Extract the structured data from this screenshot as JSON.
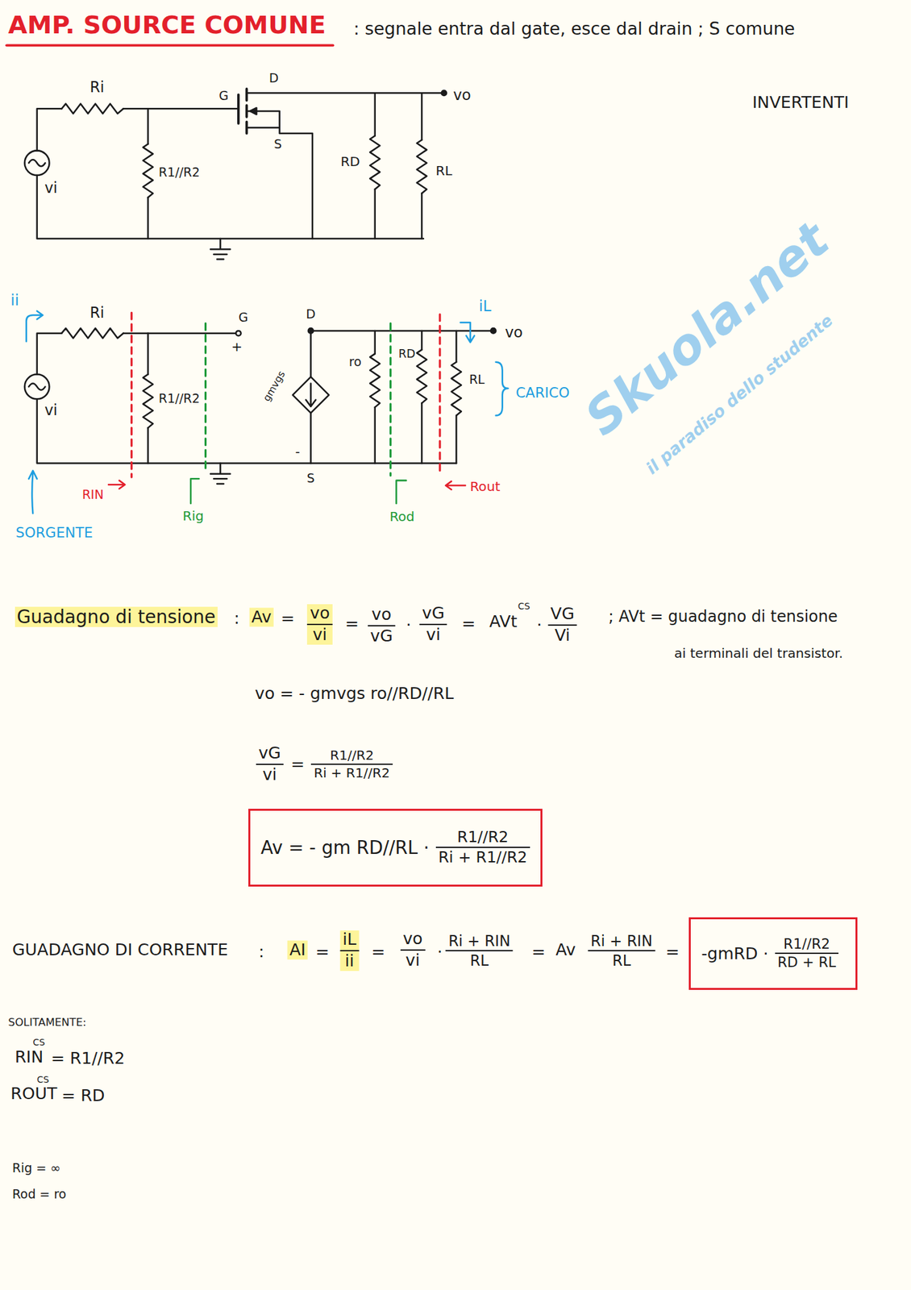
{
  "diagram": {
    "title": "AMP. SOURCE COMUNE",
    "nodes": [
      {
        "text": [
          "Av = - gm RD//RL ·",
          "R1//R2",
          "Ri + R1//R2"
        ]
      },
      {
        "text": [
          "-gmRD ·",
          "R1//R2",
          "RD + RL"
        ]
      }
    ],
    "labels": [
      ": segnale entra dal gate, esce dal drain ; S comune",
      "INVERTENTI",
      "Ri",
      "G",
      "D",
      "S",
      "vo",
      "R1//R2",
      "RD",
      "RL",
      "vi",
      "ii",
      "Ri",
      "G",
      "+",
      "D",
      "vo",
      "iL",
      "vi",
      "R1//R2",
      "gmvgs",
      "ro",
      "RD",
      "RL",
      "CARICO",
      "-",
      "S",
      "RIN",
      "Rig",
      "Rod",
      "Rout",
      "SORGENTE",
      "Guadagno di tensione",
      ":",
      "Av",
      "=",
      "vo",
      "vi",
      "=",
      "vo",
      "vG",
      "·",
      "vG",
      "vi",
      "=",
      "AVt",
      "CS",
      "·",
      "VG",
      "Vi",
      "; AVt = guadagno di tensione",
      "ai terminali del transistor.",
      "vo = - gmvgs ro//RD//RL",
      "vG",
      "vi",
      "=",
      "R1//R2",
      "Ri + R1//R2",
      "GUADAGNO DI CORRENTE",
      ":",
      "AI",
      "=",
      "iL",
      "ii",
      "=",
      "vo",
      "vi",
      "·",
      "Ri + RIN",
      "RL",
      "=",
      "Av",
      "Ri + RIN",
      "RL",
      "=",
      "SOLITAMENTE:",
      "RIN",
      "CS",
      "= R1//R2",
      "ROUT",
      "CS",
      "= RD",
      "Rig = ∞",
      "Rod = ro",
      "Skuola.net",
      "il paradiso dello studente"
    ]
  }
}
